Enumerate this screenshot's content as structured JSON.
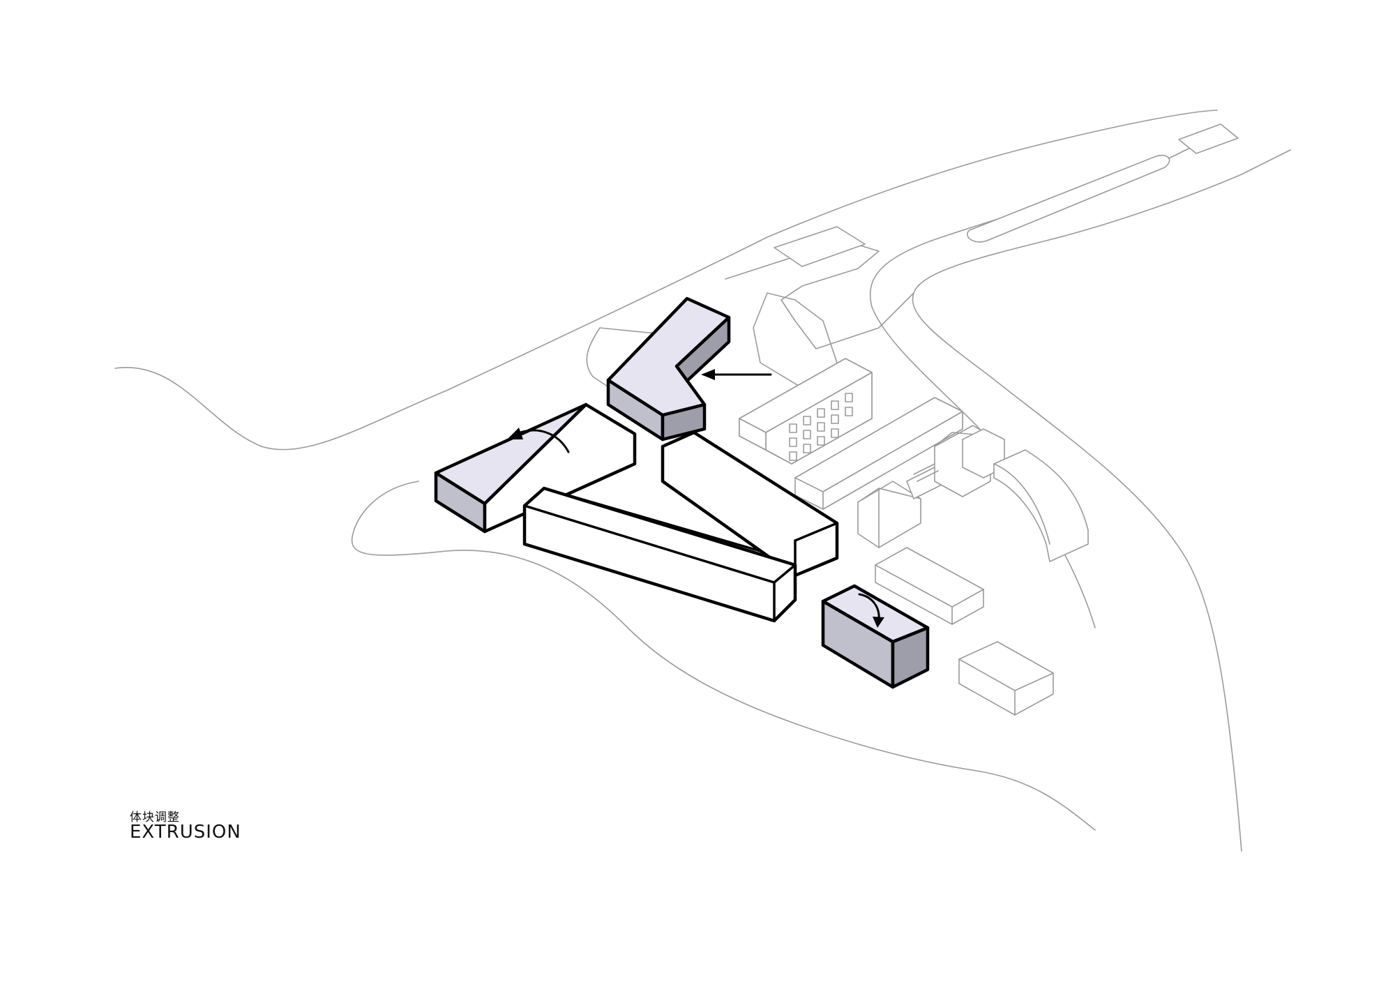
{
  "caption": {
    "title_cn": "体块调整",
    "title_en": "EXTRUSION"
  },
  "colors": {
    "background": "#ffffff",
    "context_line": "#9a9a9a",
    "outline": "#000000",
    "adjusted_top": "#e6e4f1",
    "adjusted_side_light": "#c0bfcc",
    "adjusted_side_dark": "#9e9daa",
    "plain_block": "#ffffff"
  },
  "legend": {
    "adjusted_blocks": 3,
    "plain_blocks": 3
  }
}
